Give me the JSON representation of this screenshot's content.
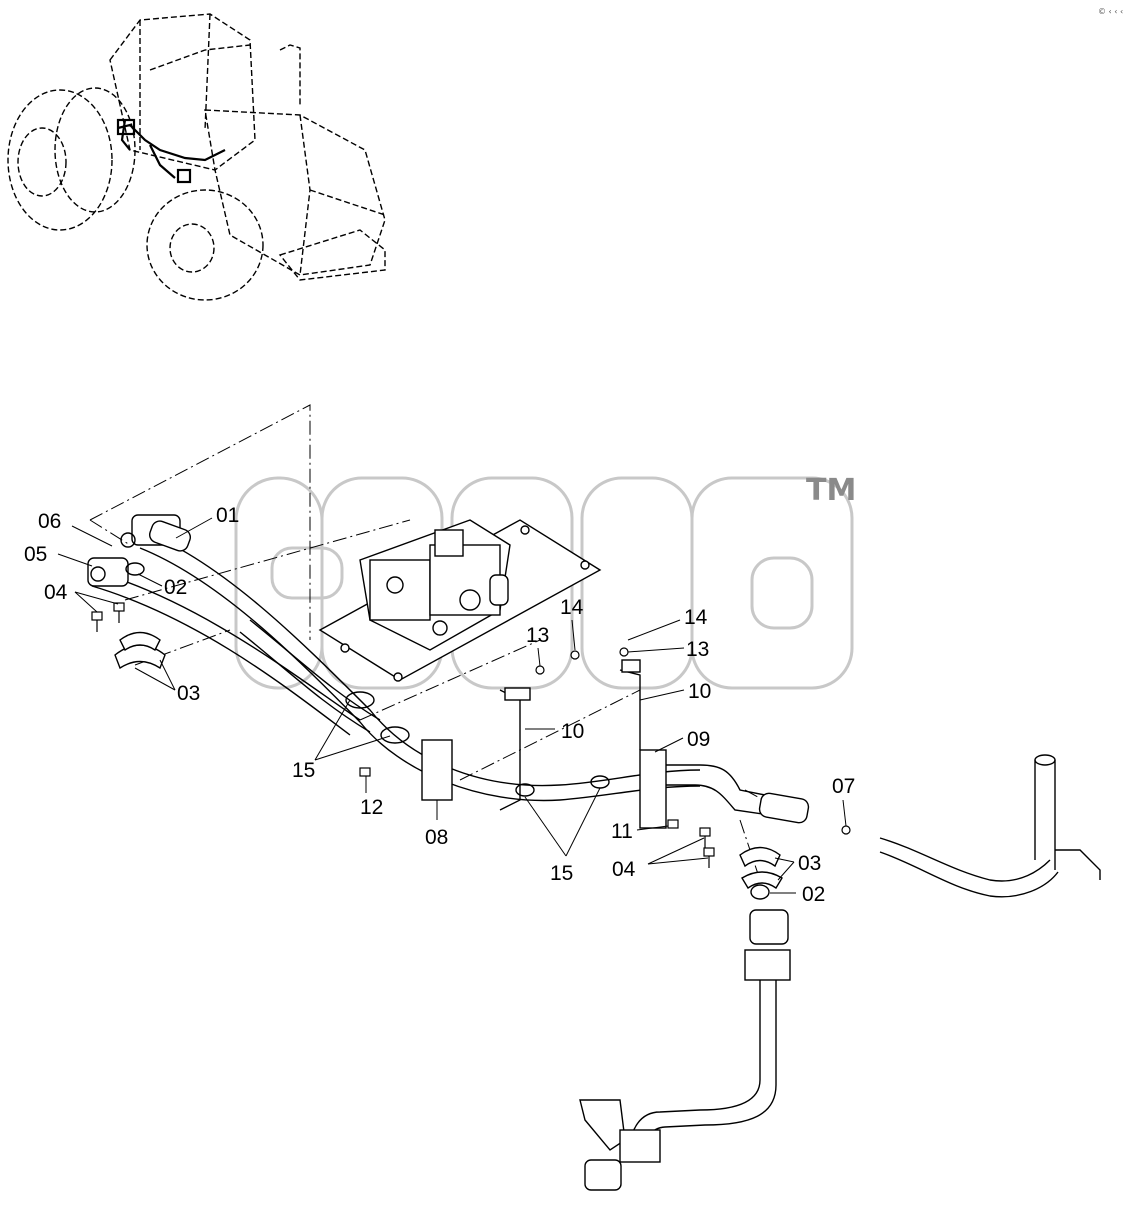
{
  "corner_mark": "© ‹ ‹ ‹",
  "watermark": {
    "trademark": "TM",
    "color": "#c8c8c8"
  },
  "callouts": {
    "c01": "01",
    "c02a": "02",
    "c02b": "02",
    "c03a": "03",
    "c03b": "03",
    "c04a": "04",
    "c04b": "04",
    "c05": "05",
    "c06": "06",
    "c07": "07",
    "c08": "08",
    "c09": "09",
    "c10a": "10",
    "c10b": "10",
    "c11": "11",
    "c12": "12",
    "c13a": "13",
    "c13b": "13",
    "c14a": "14",
    "c14b": "14",
    "c15a": "15",
    "c15b": "15"
  },
  "icons": [
    "tractor-overview-icon",
    "control-valve-icon",
    "hydraulic-hose-icon",
    "bracket-icon",
    "clamp-icon",
    "bolt-icon"
  ]
}
